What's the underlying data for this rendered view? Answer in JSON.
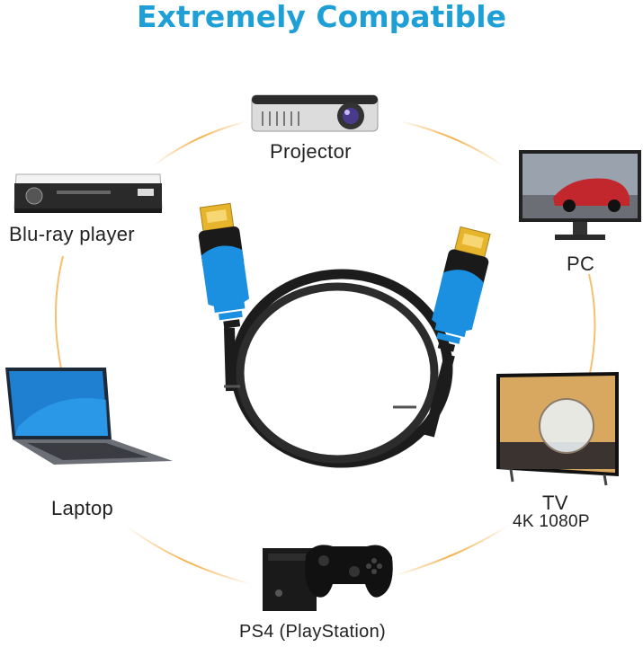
{
  "title": "Extremely Compatible",
  "devices": {
    "projector": {
      "label": "Projector",
      "icon": "projector-icon"
    },
    "bluray": {
      "label": "Blu-ray player",
      "icon": "bluray-player-icon"
    },
    "pc": {
      "label": "PC",
      "icon": "pc-monitor-icon"
    },
    "laptop": {
      "label": "Laptop",
      "icon": "laptop-icon"
    },
    "tv": {
      "label": "TV",
      "sublabel": "4K 1080P",
      "icon": "tv-icon"
    },
    "console": {
      "label": "PS4 (PlayStation)",
      "icon": "game-console-icon"
    }
  },
  "product": {
    "icon": "hdmi-cable-icon"
  },
  "colors": {
    "title": "#1e9fd6",
    "accent_ring": "#f2b04a",
    "connector_blue": "#1b8fe0",
    "cable_black": "#1c1c1c",
    "gold": "#e7b52c"
  }
}
